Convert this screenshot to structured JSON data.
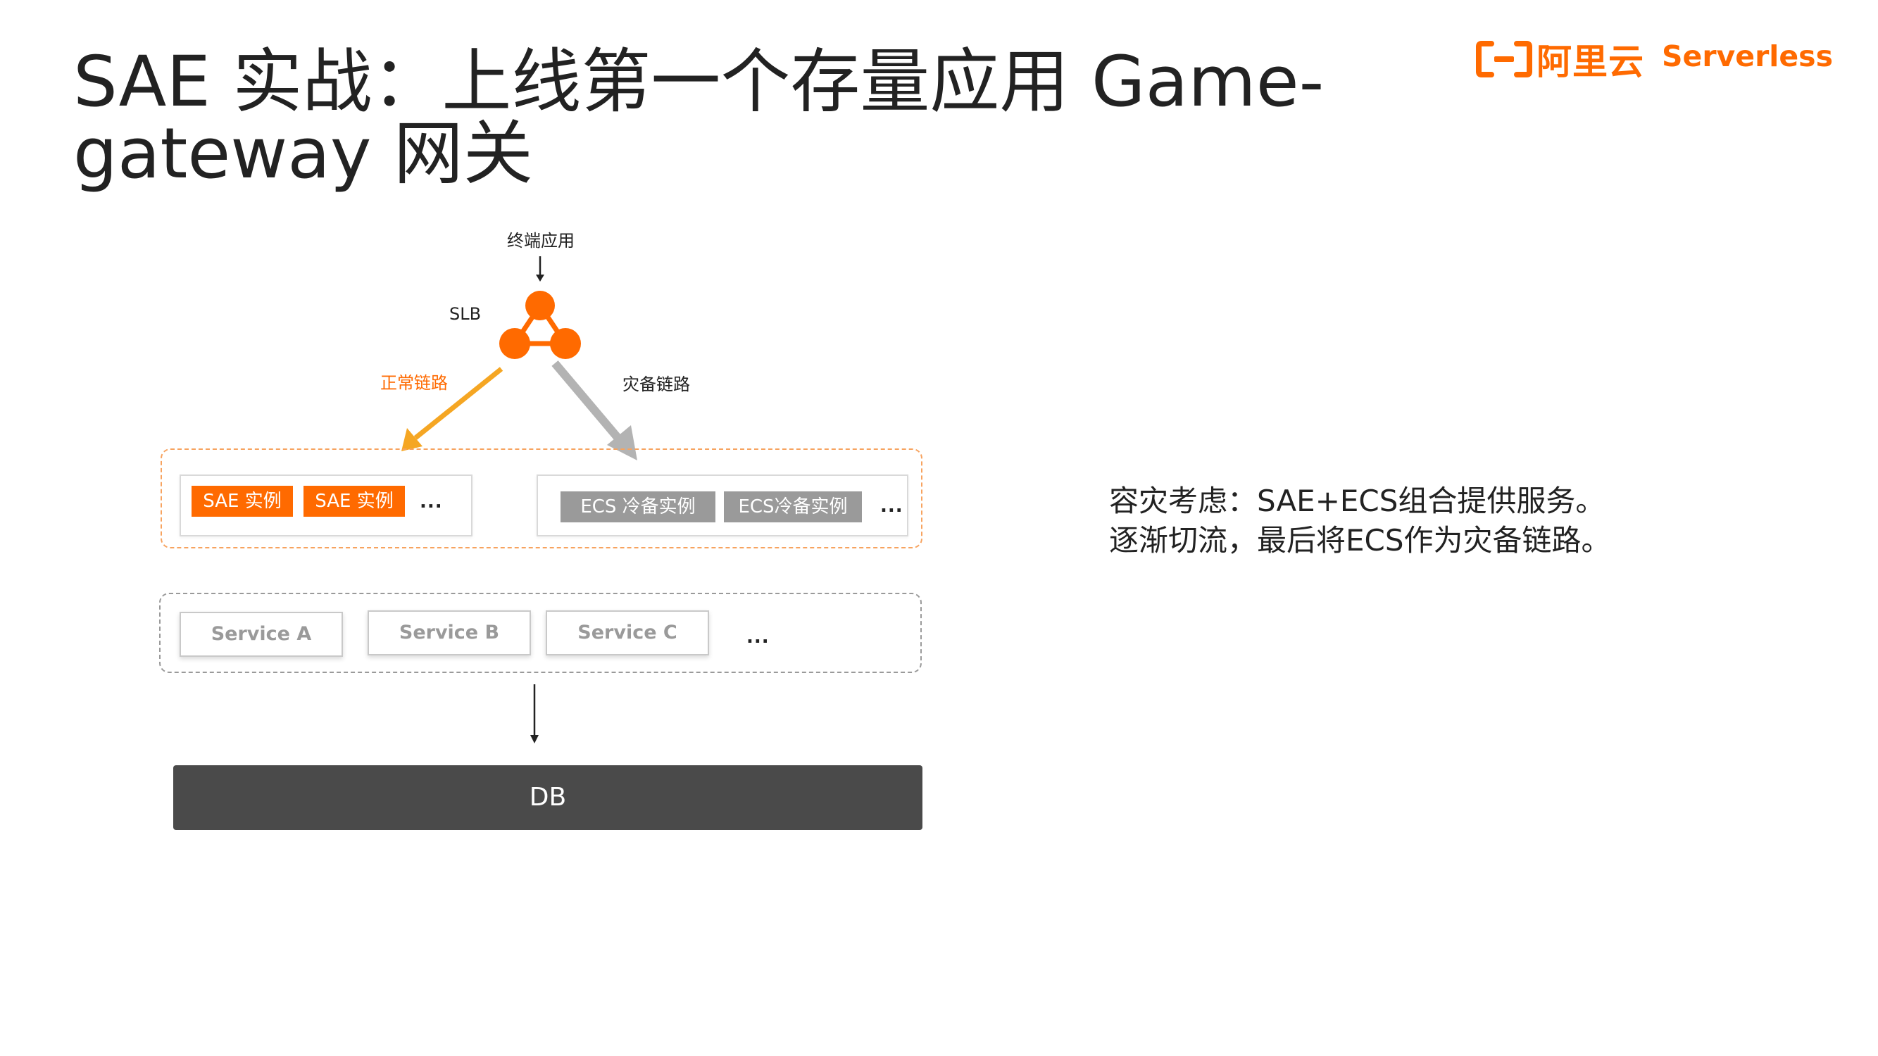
{
  "title": {
    "line1": "SAE 实战：上线第一个存量应用 Game-",
    "line2": "gateway 网关"
  },
  "logo": {
    "brand_cn": "阿里云",
    "product": "Serverless",
    "brand_color": "#ff6a00"
  },
  "diagram": {
    "client_label": "终端应用",
    "slb_label": "SLB",
    "normal_path_label": "正常链路",
    "backup_path_label": "灾备链路",
    "sae_instances": [
      "SAE 实例",
      "SAE 实例"
    ],
    "ecs_instances": [
      "ECS 冷备实例",
      "ECS冷备实例"
    ],
    "services": [
      "Service A",
      "Service B",
      "Service C"
    ],
    "ellipsis": "...",
    "db_label": "DB",
    "colors": {
      "accent": "#ff6a00",
      "arrow_normal": "#f5a623",
      "arrow_backup": "#b3b3b3",
      "db_fill": "#4a4a4a",
      "backup_chip": "#9a9a9a"
    }
  },
  "note": {
    "line1": "容灾考虑：SAE+ECS组合提供服务。",
    "line2": "逐渐切流，最后将ECS作为灾备链路。"
  }
}
